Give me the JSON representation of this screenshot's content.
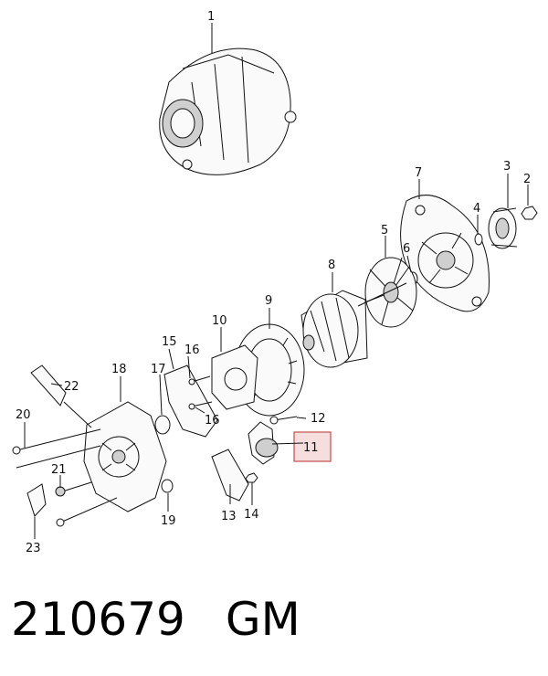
{
  "labels": {
    "l1": "1",
    "l2": "2",
    "l3": "3",
    "l4": "4",
    "l5": "5",
    "l6": "6",
    "l7": "7",
    "l8": "8",
    "l9": "9",
    "l10": "10",
    "l11": "11",
    "l12": "12",
    "l13": "13",
    "l14": "14",
    "l15": "15",
    "l16a": "16",
    "l16b": "16",
    "l17": "17",
    "l18": "18",
    "l19": "19",
    "l20": "20",
    "l21": "21",
    "l22": "22",
    "l23": "23"
  },
  "highlight_color": "#c0504d",
  "footer": {
    "part_number": "210679",
    "brand": "GM"
  }
}
